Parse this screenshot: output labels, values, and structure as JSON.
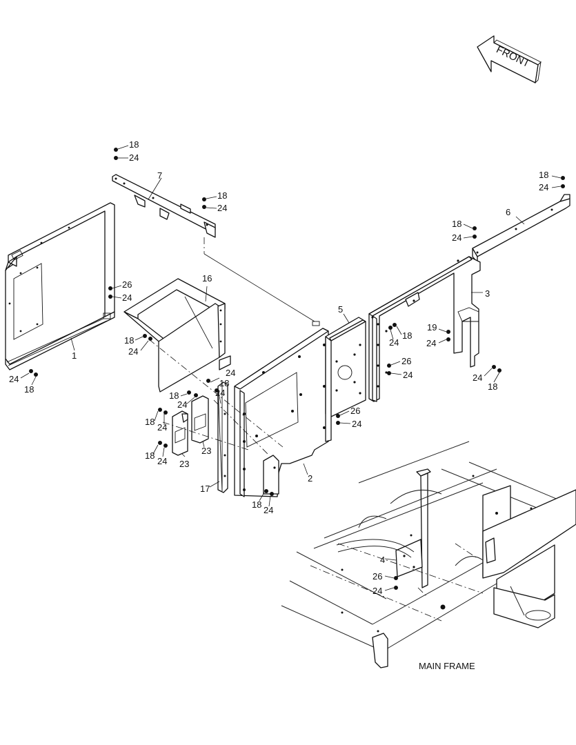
{
  "front_arrow": {
    "text": "FRONT"
  },
  "main_frame_label": "MAIN FRAME",
  "callouts": {
    "p1": "1",
    "p2": "2",
    "p3": "3",
    "p4": "4",
    "p5": "5",
    "p6": "6",
    "p7": "7",
    "p16": "16",
    "p17": "17",
    "p19": "19",
    "p23a": "23",
    "p23b": "23",
    "b18": "18",
    "b24": "24",
    "b26": "26"
  }
}
